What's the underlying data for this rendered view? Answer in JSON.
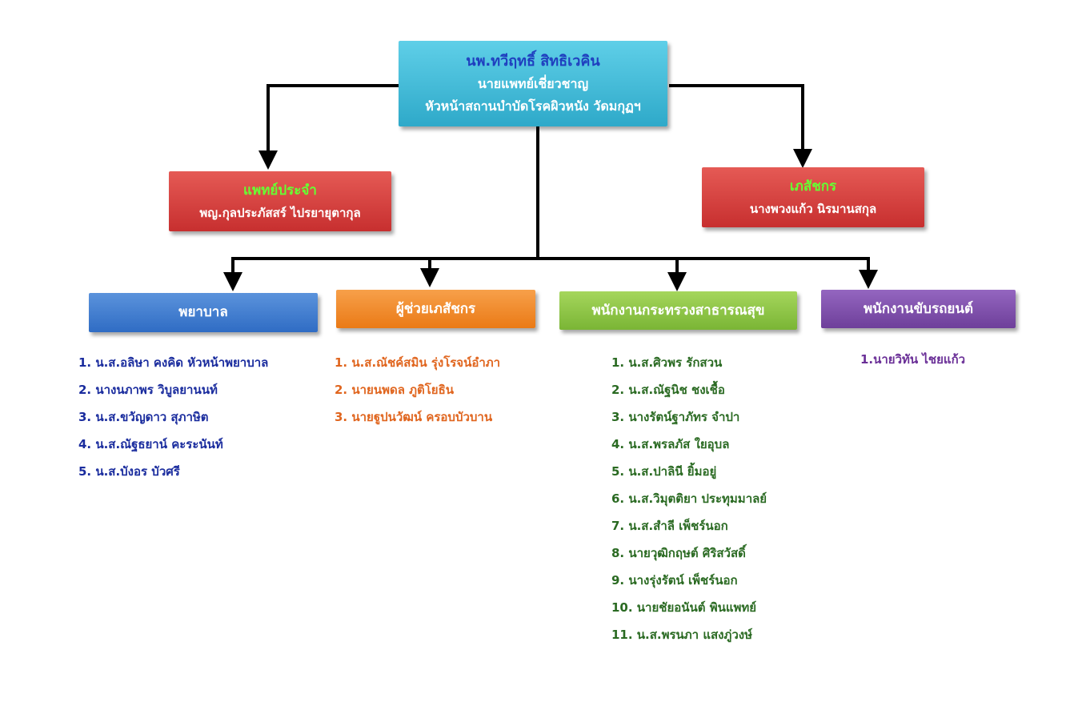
{
  "head": {
    "name": "นพ.ทวีฤทธิ์  สิทธิเวคิน",
    "title": "นายแพทย์เชี่ยวชาญ",
    "position": "หัวหน้าสถานบำบัดโรคผิวหนัง วัดมกุฏฯ"
  },
  "doctor": {
    "role": "แพทย์ประจำ",
    "name": "พญ.กุลประภัสสร์  ไปรยายุตากุล"
  },
  "pharmacist": {
    "role": "เภสัชกร",
    "name": "นางพวงแก้ว  นิรมานสกุล"
  },
  "departments": {
    "nurse": {
      "title": "พยาบาล",
      "members": [
        "1. น.ส.อลิษา     คงคิด    หัวหน้าพยาบาล",
        "2. นางนภาพร    วิบูลยานนท์",
        "3. น.ส.ขวัญดาว  สุภาษิต",
        "4. น.ส.ณัฐธยาน์  คะระนันท์",
        "5. น.ส.บังอร       บัวศรี"
      ]
    },
    "pharmacy_assistant": {
      "title": "ผู้ช่วยเภสัชกร",
      "members": [
        "1. น.ส.ณัชค์สมิน  รุ่งโรจน์อำภา",
        "2. นายนพดล  ภูติโยธิน",
        "3. นายฐูปนวัฒน์  ครอบบัวบาน"
      ]
    },
    "public_health": {
      "title": "พนักงานกระทรวงสาธารณสุข",
      "members": [
        "1. น.ส.ศิวพร  รักสวน",
        "2. น.ส.ณัฐนิช  ชงเชื้อ",
        "3. นางรัตน์ฐาภัทร  จำปา",
        "4. น.ส.พรลภัส  ใยอุบล",
        "5. น.ส.ปาลินี  ยิ้มอยู่",
        "6. น.ส.วิมุตติยา  ประทุมมาลย์",
        "7. น.ส.สำลี  เพ็ชร์นอก",
        "8. นายวุฒิกฤษต์  ศิริสวัสดิ์",
        "9. นางรุ่งรัตน์  เพ็ชร์นอก",
        "10. นายชัยอนันต์  พินแพทย์",
        "11. น.ส.พรนภา  แสงภู่วงษ์"
      ]
    },
    "driver": {
      "title": "พนักงานขับรถยนต์",
      "members": [
        "1.นายวิทัน  ไชยแก้ว"
      ]
    }
  },
  "colors": {
    "head_bg": "#37b8d6",
    "head_name": "#1f3fbf",
    "doctor_bg": "#d93c3c",
    "doctor_role": "#66ff33",
    "nurse_bg": "#3f7fd2",
    "nurse_text": "#1a2c9e",
    "assistant_bg": "#f0882a",
    "assistant_text": "#e0651e",
    "health_bg": "#8cc63f",
    "health_text": "#2a6a22",
    "driver_bg": "#7d4fa8",
    "driver_text": "#6a2f97"
  }
}
